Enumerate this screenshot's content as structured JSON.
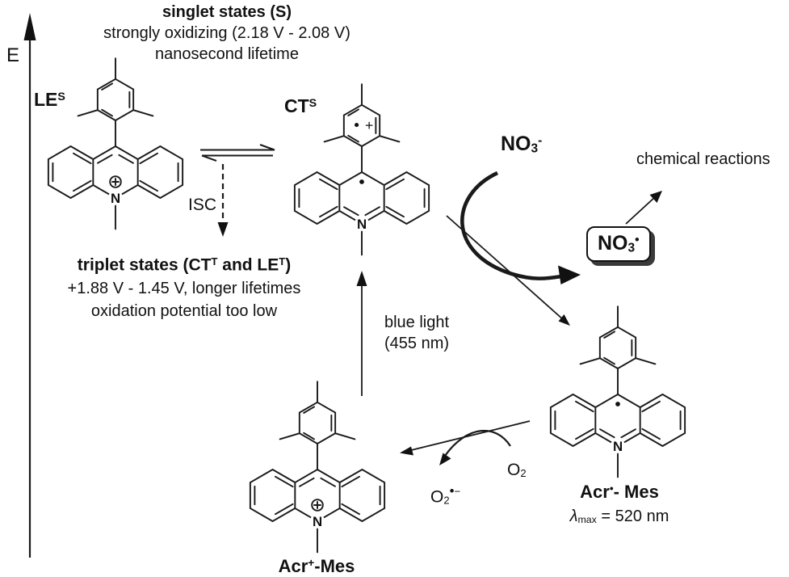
{
  "axis": {
    "label": "E"
  },
  "singlet": {
    "title": "singlet states (S)",
    "line2": "strongly oxidizing (2.18 V - 2.08 V)",
    "line3": "nanosecond lifetime"
  },
  "states": {
    "les": {
      "base": "LE",
      "sup": "S"
    },
    "cts": {
      "base": "CT",
      "sup": "S"
    },
    "isc": "ISC"
  },
  "triplet": {
    "t1": "triplet states (CT",
    "sup1": "T",
    "t2": " and LE",
    "sup2": "T",
    "t3": ")",
    "line2": "+1.88 V - 1.45 V, longer lifetimes",
    "line3": "oxidation potential too low"
  },
  "nitrate": {
    "anion": {
      "base": "NO",
      "sub": "3",
      "charge": "-"
    },
    "radical": {
      "base": "NO",
      "sub": "3",
      "dot": "•"
    }
  },
  "chemical_reactions": "chemical reactions",
  "blue_light": {
    "line1": "blue light",
    "line2": "(455 nm)"
  },
  "oxygen": {
    "o2": {
      "base": "O",
      "sub": "2"
    },
    "superoxide": {
      "base": "O",
      "sub": "2",
      "dot": "•",
      "charge": "−"
    }
  },
  "species": {
    "acr_radical": {
      "t1": "Acr",
      "dot": "•",
      "t2": "- Mes"
    },
    "lambda": {
      "symbol": "λ",
      "sub": "max",
      "value": " = 520 nm"
    },
    "acr_cation": {
      "t1": "Acr",
      "sup": "+",
      "t2": "-Mes"
    }
  },
  "structure_symbols": {
    "n_atom": "N",
    "mesityl_dot_plus": "+"
  },
  "colors": {
    "ink": "#1a1a1a",
    "shadow": "#3a3a3a",
    "background": "#ffffff"
  }
}
